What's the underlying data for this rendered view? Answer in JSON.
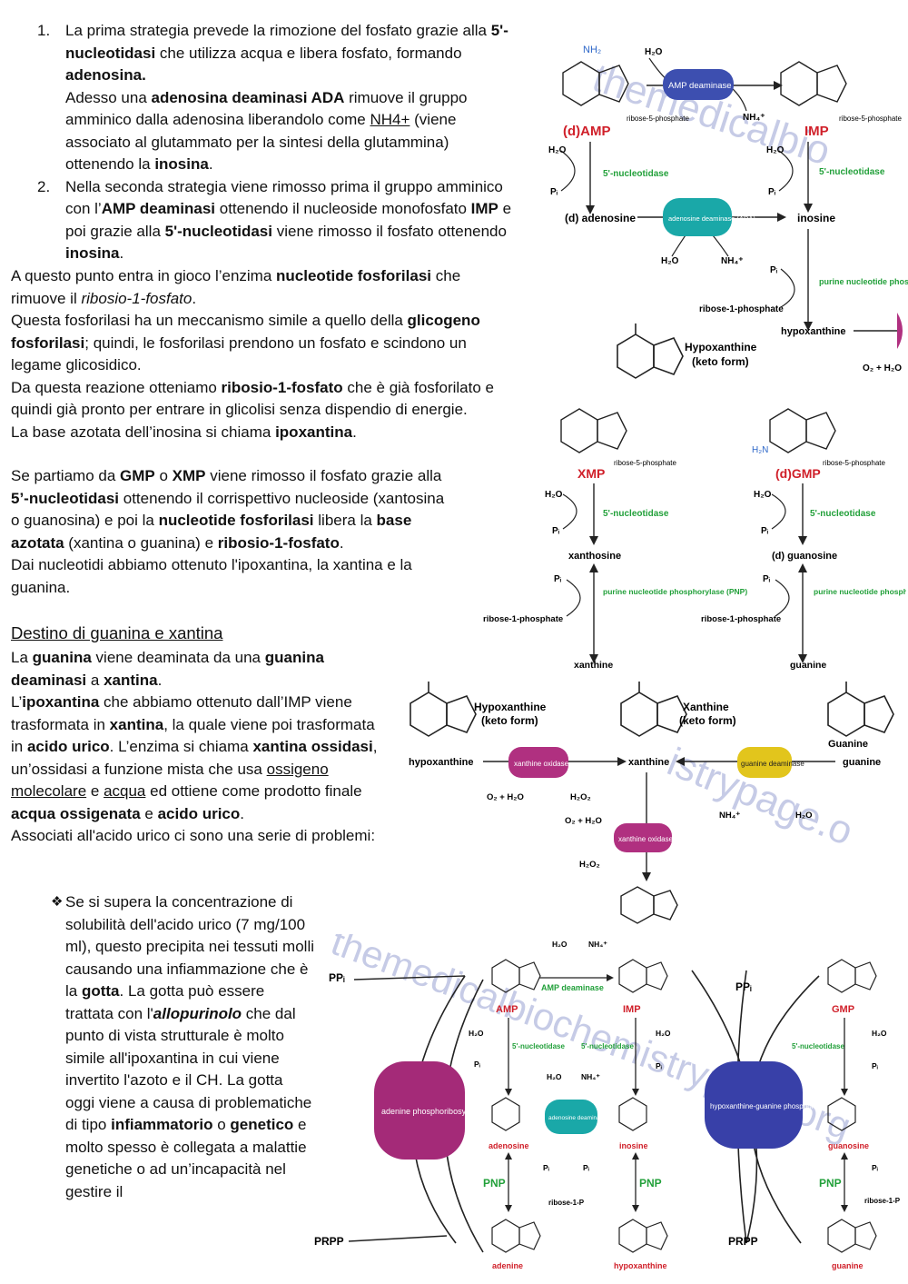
{
  "text": {
    "step1": {
      "num": "1.",
      "a": "La prima strategia prevede la rimozione del fosfato grazie alla ",
      "b": "5'-nucleotidasi",
      "c": " che utilizza acqua e libera fosfato, formando ",
      "d": "adenosina.",
      "e": "Adesso una ",
      "f": "adenosina deaminasi ADA",
      "g": " rimuove il gruppo amminico dalla adenosina liberandolo come ",
      "h": "NH4+",
      "i": " (viene associato al glutammato per la sintesi della glutammina) ottenendo la ",
      "j": "inosina",
      "k": "."
    },
    "step2": {
      "num": "2.",
      "a": "Nella seconda strategia viene rimosso prima il gruppo amminico con l’",
      "b": "AMP deaminasi",
      "c": " ottenendo il nucleoside monofosfato ",
      "d": "IMP",
      "e": " e poi grazie alla ",
      "f": "5'-nucleotidasi",
      "g": " viene rimosso il fosfato ottenendo ",
      "h": "inosina",
      "i": "."
    },
    "p1": {
      "a": "A questo punto entra in gioco l’enzima ",
      "b": "nucleotide fosforilasi",
      "c": " che rimuove il ",
      "d": "ribosio-1-fosfato",
      "e": "."
    },
    "p2": {
      "a": "Questa fosforilasi ha un meccanismo simile a quello della ",
      "b": "glicogeno fosforilasi",
      "c": "; quindi, le fosforilasi prendono un fosfato e scindono un legame glicosidico."
    },
    "p3": {
      "a": "Da questa reazione otteniamo ",
      "b": "ribosio-1-fosfato",
      "c": " che è già fosforilato e quindi già pronto per entrare in glicolisi senza dispendio di energie."
    },
    "p4": {
      "a": "La base azotata dell’inosina si chiama ",
      "b": "ipoxantina",
      "c": "."
    },
    "p5": {
      "a": "Se partiamo da ",
      "b": "GMP",
      "c": " o ",
      "d": "XMP",
      "e": " viene rimosso il fosfato grazie alla ",
      "f": "5’-nucleotidasi",
      "g": " ottenendo il corrispettivo nucleoside (xantosina o guanosina) e poi la ",
      "h": "nucleotide fosforilasi",
      "i": " libera la ",
      "j": "base azotata",
      "k": " (xantina o guanina) e ",
      "l": "ribosio-1-fosfato",
      "m": "."
    },
    "p6": "Dai nucleotidi abbiamo ottenuto l'ipoxantina, la xantina e la guanina.",
    "heading": "Destino di guanina e xantina",
    "p7": {
      "a": "La ",
      "b": "guanina",
      "c": " viene deaminata da una ",
      "d": "guanina deaminasi",
      "e": " a ",
      "f": "xantina",
      "g": "."
    },
    "p8": {
      "a": "L’",
      "b": "ipoxantina",
      "c": " che abbiamo ottenuto dall’IMP viene trasformata in ",
      "d": "xantina",
      "e": ", la quale viene poi trasformata in ",
      "f": "acido urico",
      "g": ". L’enzima si chiama ",
      "h": "xantina ossidasi",
      "i": ", un’ossidasi a funzione mista che usa ",
      "j": "ossigeno molecolare",
      "k": " e ",
      "l": "acqua",
      "m": " ed ottiene come prodotto finale ",
      "n": "acqua ossigenata",
      "o": " e ",
      "p": "acido urico",
      "q": "."
    },
    "p9": "Associati all'acido urico ci sono una serie di problemi:",
    "bullet": {
      "mark": "❖",
      "a": "Se si supera la concentrazione di solubilità dell'acido urico (7 mg/100 ml), questo precipita nei tessuti molli causando una infiammazione che è la ",
      "b": "gotta",
      "c": ". La gotta può essere trattata con l'",
      "d": "allopurinolo",
      "e": " che dal punto di vista strutturale è molto simile all'ipoxantina in cui viene invertito l'azoto e il CH. La gotta oggi viene a causa di problematiche di tipo ",
      "f": "infiammatorio",
      "g": " o ",
      "h": "genetico",
      "i": " e molto spesso è collegata a malattie genetiche o ad un’incapacità nel gestire il"
    }
  },
  "fig1": {
    "nh2": "NH₂",
    "h2o": "H₂O",
    "amp_deaminase": "AMP deaminase",
    "nh4": "NH₄⁺",
    "r5p": "ribose-5-phosphate",
    "damp": "(d)AMP",
    "imp": "IMP",
    "nucleotidase": "5'-nucleotidase",
    "pi": "Pᵢ",
    "d_adenosine": "(d) adenosine",
    "ada": "adenosine deaminase (ADA)",
    "inosine": "inosine",
    "pnp": "purine nucleotide phosphorylase (PNP)",
    "r1p": "ribose-1-phosphate",
    "hypoxanthine": "hypoxanthine",
    "hypo_keto": "Hypoxanthine",
    "keto": "(keto form)",
    "o2h2o": "O₂ + H₂O",
    "watermark": "themedicalbio"
  },
  "fig2": {
    "xmp": "XMP",
    "dgmp": "(d)GMP",
    "r5p": "ribose-5-phosphate",
    "h2o": "H₂O",
    "nucleotidase": "5'-nucleotidase",
    "pi": "Pᵢ",
    "xanthosine": "xanthosine",
    "d_guanosine": "(d) guanosine",
    "pnp": "purine nucleotide phosphorylase (PNP)",
    "r1p": "ribose-1-phosphate",
    "xanthine": "xanthine",
    "guanine": "guanine",
    "h2n": "H₂N"
  },
  "fig3": {
    "hypo_keto": "Hypoxanthine",
    "keto": "(keto form)",
    "xanthine_keto": "Xanthine",
    "guanine_label": "Guanine",
    "hypoxanthine": "hypoxanthine",
    "xanthine": "xanthine",
    "guanine": "guanine",
    "xo": "xanthine oxidase",
    "gd": "guanine deaminase",
    "o2h2o": "O₂ + H₂O",
    "h2o2": "H₂O₂",
    "nh4": "NH₄⁺",
    "h2o": "H₂O",
    "watermark": "istrypage.o"
  },
  "fig4": {
    "ppi": "PPᵢ",
    "prpp": "PRPP",
    "aprt": "adenine phosphoribosyl transferase (APRT)",
    "hgprt": "hypoxanthine-guanine phosphoribosyl transferase (HGPRT)",
    "amp": "AMP",
    "imp": "IMP",
    "gmp": "GMP",
    "amp_deaminase": "AMP deaminase",
    "h2o": "H₂O",
    "nh4": "NH₄⁺",
    "nucleotidase": "5'-nucleotidase",
    "pi": "Pᵢ",
    "ada": "adenosine deaminase (ADA)",
    "adenosine": "adenosine",
    "inosine": "inosine",
    "guanosine": "guanosine",
    "pnp": "PNP",
    "r1p": "ribose-1-P",
    "adenine": "adenine",
    "hypoxanthine": "hypoxanthine",
    "guanine": "guanine",
    "watermark": "themedicalbiochemistrypage.org"
  },
  "colors": {
    "red": "#d0202a",
    "green": "#22a03a",
    "amp_deaminase": "#3d4fb0",
    "ada": "#1aa8a8",
    "xo": "#b03080",
    "gd": "#e2c51c",
    "hgprt": "#3840a8",
    "aprt": "#a42a78",
    "blue_atom": "#2c66c8",
    "watermark": "#c6cbe6"
  }
}
